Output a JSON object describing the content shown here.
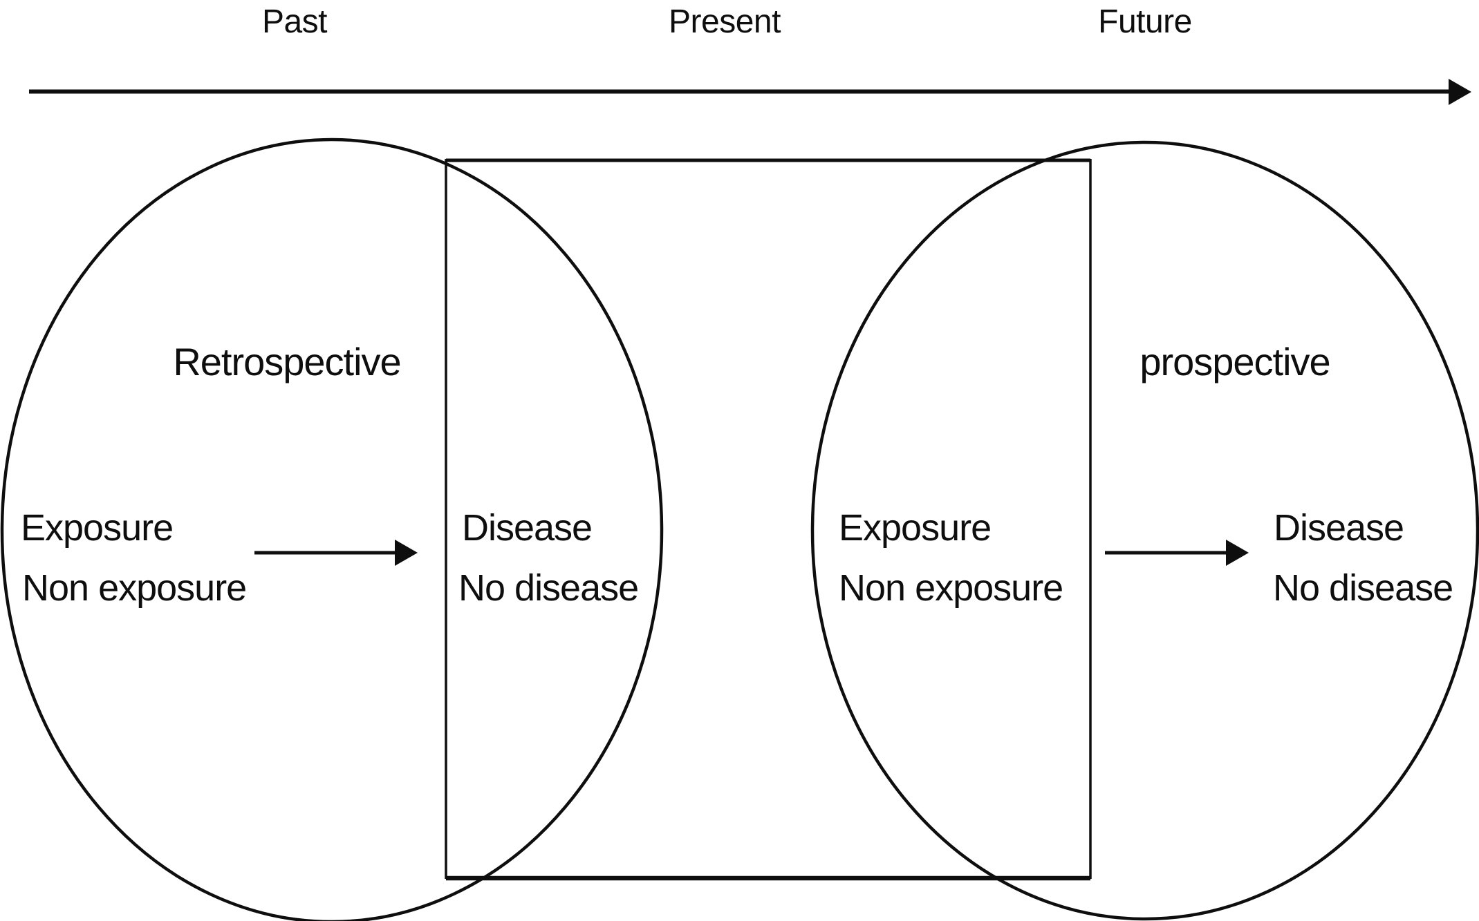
{
  "colors": {
    "ink": "#0e0e0e",
    "background": "#ffffff"
  },
  "timeline": {
    "past_label": "Past",
    "present_label": "Present",
    "future_label": "Future"
  },
  "retrospective_study": {
    "title": "Retrospective",
    "exposure_group": {
      "exposure": "Exposure",
      "non_exposure": "Non exposure"
    },
    "outcome_group": {
      "disease": "Disease",
      "no_disease": "No disease"
    }
  },
  "prospective_study": {
    "title": "prospective",
    "exposure_group": {
      "exposure": "Exposure",
      "non_exposure": "Non exposure"
    },
    "outcome_group": {
      "disease": "Disease",
      "no_disease": "No disease"
    }
  }
}
